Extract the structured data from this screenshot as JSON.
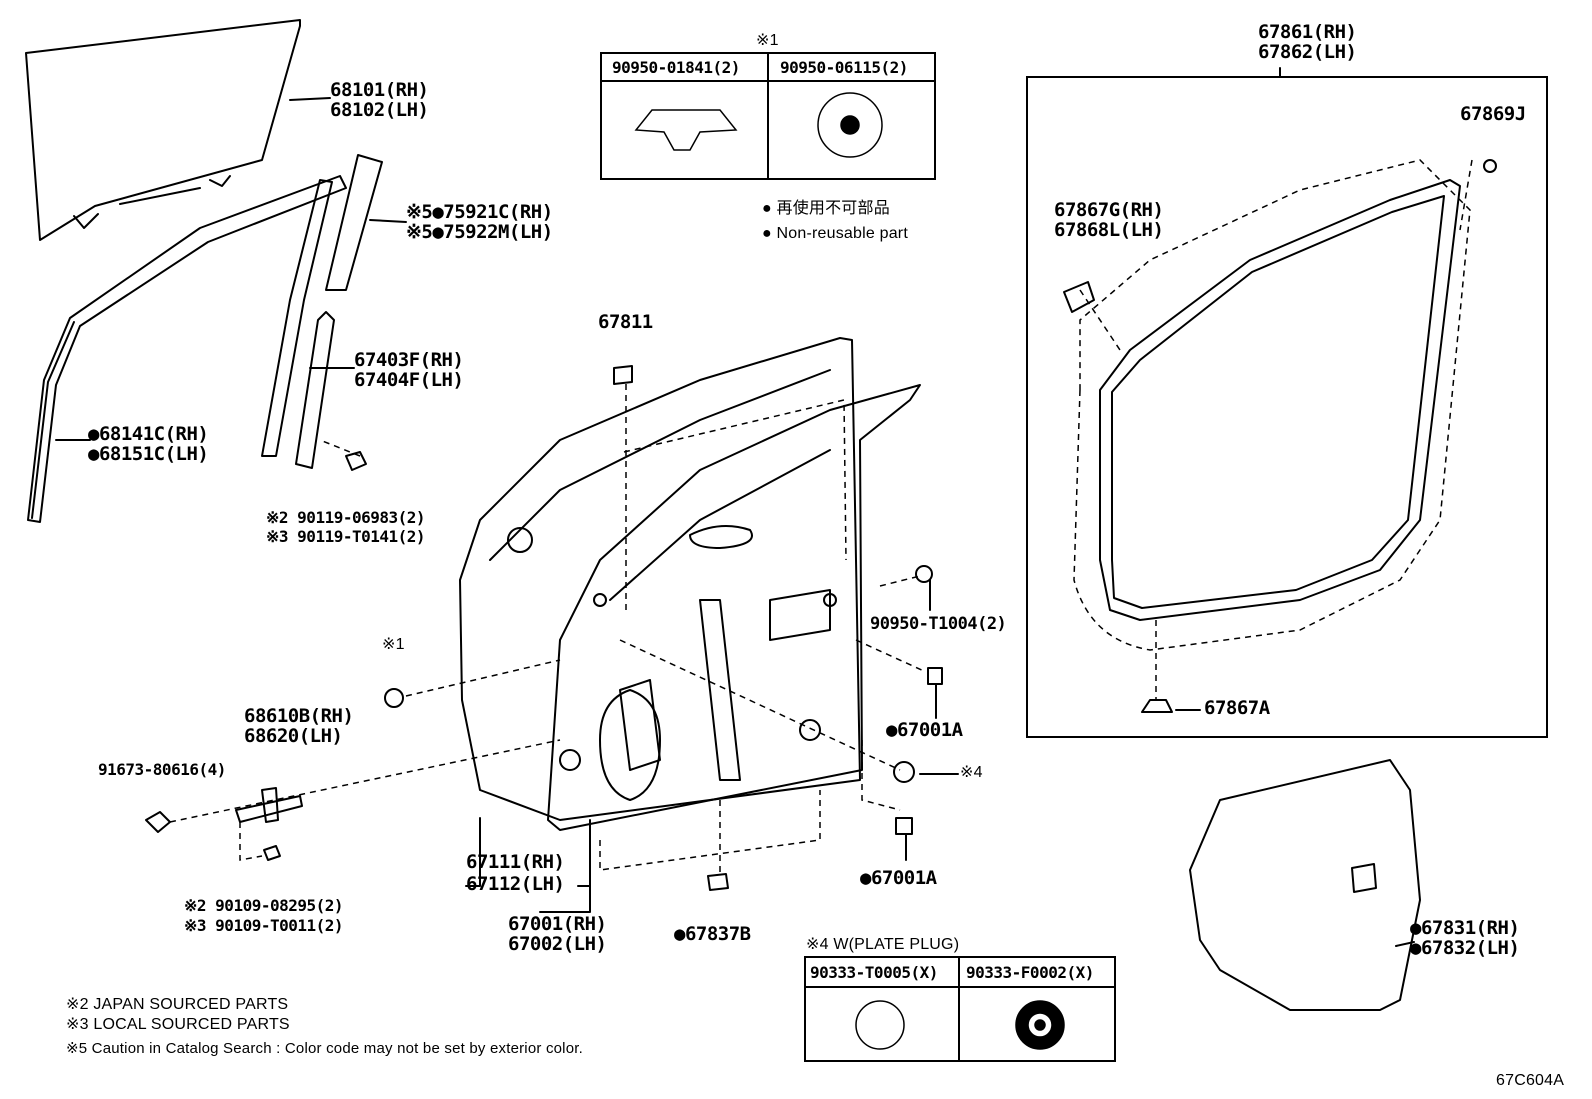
{
  "labels": {
    "l68101": "68101(RH)",
    "l68102": "68102(LH)",
    "l75921": "※5●75921C(RH)",
    "l75922": "※5●75922M(LH)",
    "l67403": "67403F(RH)",
    "l67404": "67404F(LH)",
    "l68141": "●68141C(RH)",
    "l68151": "●68151C(LH)",
    "l90119a": "※2 90119-06983(2)",
    "l90119b": "※3 90119-T0141(2)",
    "l67811": "67811",
    "lref1a": "※1",
    "lref1b": "※1",
    "l68610": "68610B(RH)",
    "l68620": "68620(LH)",
    "l91673": "91673-80616(4)",
    "l90109a": "※2 90109-08295(2)",
    "l90109b": "※3 90109-T0011(2)",
    "l67111": "67111(RH)",
    "l67112": "67112(LH)",
    "l67001": "67001(RH)",
    "l67002": "67002(LH)",
    "l67837": "●67837B",
    "l90950t": "90950-T1004(2)",
    "l67001a1": "●67001A",
    "lref4": "※4",
    "l67001a2": "●67001A",
    "l67861": "67861(RH)",
    "l67862": "67862(LH)",
    "l67869": "67869J",
    "l67867g": "67867G(RH)",
    "l67868": "67868L(LH)",
    "l67867a": "67867A",
    "l67831": "●67831(RH)",
    "l67832": "●67832(LH)",
    "nonreuse_jp": "● 再使用不可部品",
    "nonreuse_en": "● Non-reusable part",
    "plug_title": "※4 W(PLATE PLUG)",
    "note2": "※2 JAPAN SOURCED PARTS",
    "note3": "※3 LOCAL SOURCED PARTS",
    "note5": "※5 Caution in Catalog Search : Color code may not be set by exterior color.",
    "drawing_id": "67C604A"
  },
  "table1": {
    "col1": "90950-01841(2)",
    "col2": "90950-06115(2)"
  },
  "table4": {
    "col1": "90333-T0005(X)",
    "col2": "90333-F0002(X)"
  }
}
